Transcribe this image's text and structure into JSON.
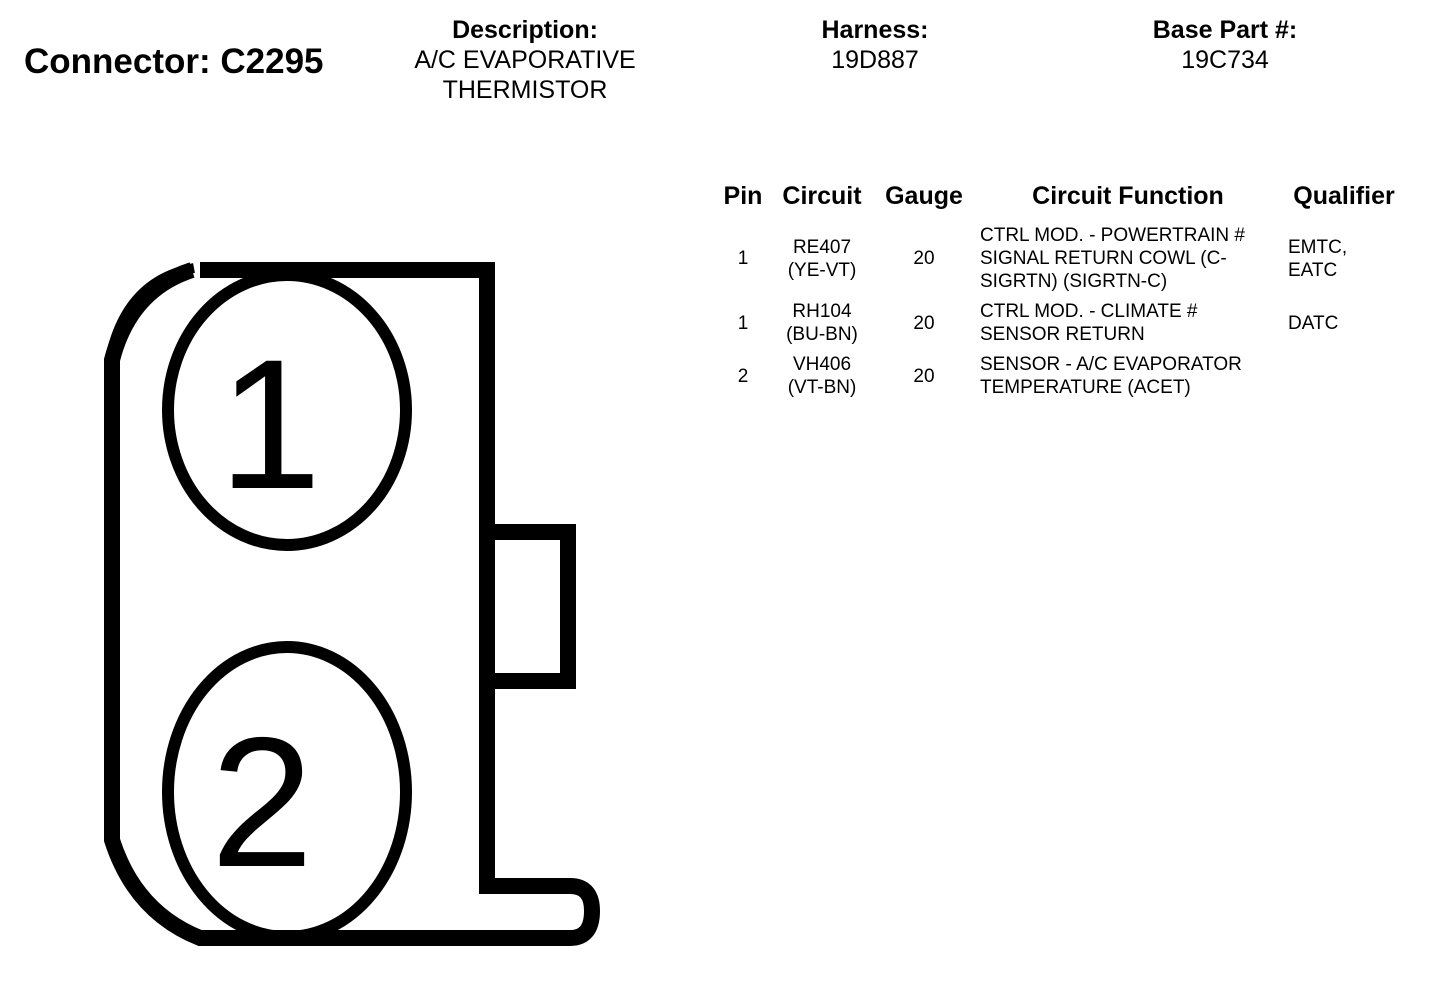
{
  "connector": {
    "title": "Connector: C2295"
  },
  "header": {
    "description": {
      "label": "Description:",
      "line1": "A/C EVAPORATIVE",
      "line2": "THERMISTOR"
    },
    "harness": {
      "label": "Harness:",
      "value": "19D887"
    },
    "base_part": {
      "label": "Base Part #:",
      "value": "19C734"
    }
  },
  "table": {
    "headers": {
      "pin": "Pin",
      "circuit": "Circuit",
      "gauge": "Gauge",
      "function": "Circuit Function",
      "qualifier": "Qualifier"
    },
    "rows": [
      {
        "pin": "1",
        "circuit_line1": "RE407",
        "circuit_line2": "(YE-VT)",
        "gauge": "20",
        "function": "CTRL MOD. - POWERTRAIN # SIGNAL RETURN COWL (C-SIGRTN) (SIGRTN-C)",
        "qualifier": "EMTC, EATC"
      },
      {
        "pin": "1",
        "circuit_line1": "RH104",
        "circuit_line2": "(BU-BN)",
        "gauge": "20",
        "function": "CTRL MOD. - CLIMATE # SENSOR RETURN",
        "qualifier": "DATC"
      },
      {
        "pin": "2",
        "circuit_line1": "VH406",
        "circuit_line2": "(VT-BN)",
        "gauge": "20",
        "function": "SENSOR - A/C EVAPORATOR TEMPERATURE (ACET)",
        "qualifier": ""
      }
    ]
  },
  "diagram": {
    "pin1_label": "1",
    "pin2_label": "2",
    "stroke_color": "#000000"
  }
}
